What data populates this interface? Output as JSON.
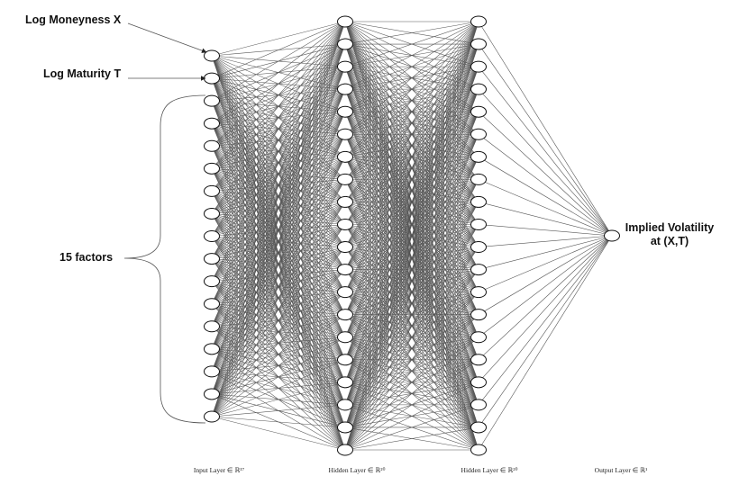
{
  "diagram": {
    "inputs": {
      "moneyness": "Log Moneyness X",
      "maturity": "Log Maturity T",
      "factors": "15 factors"
    },
    "output": {
      "line1": "Implied Volatility",
      "line2": "at (X,T)"
    },
    "layers": [
      {
        "caption": "Input Layer ∈ ℝ¹⁷",
        "neurons": 17
      },
      {
        "caption": "Hidden Layer ∈ ℝ²⁰",
        "neurons": 20
      },
      {
        "caption": "Hidden Layer ∈ ℝ²⁰",
        "neurons": 20
      },
      {
        "caption": "Output Layer ∈ ℝ¹",
        "neurons": 1
      }
    ]
  }
}
